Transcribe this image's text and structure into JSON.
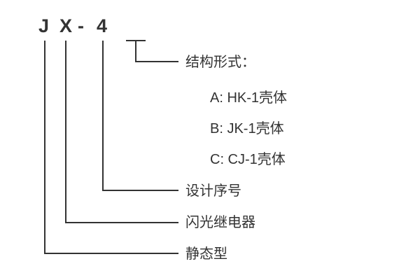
{
  "model": {
    "chars": [
      "J",
      "X",
      "-",
      "4"
    ],
    "full": "JX-4"
  },
  "structure": {
    "label": "结构形式：",
    "options": [
      "A: HK-1壳体",
      "B: JK-1壳体",
      "C: CJ-1壳体"
    ]
  },
  "labels": {
    "design_serial": "设计序号",
    "flash_relay": "闪光继电器",
    "static_type": "静态型"
  },
  "colors": {
    "line": "#333333",
    "text": "#333333",
    "background": "#ffffff"
  }
}
